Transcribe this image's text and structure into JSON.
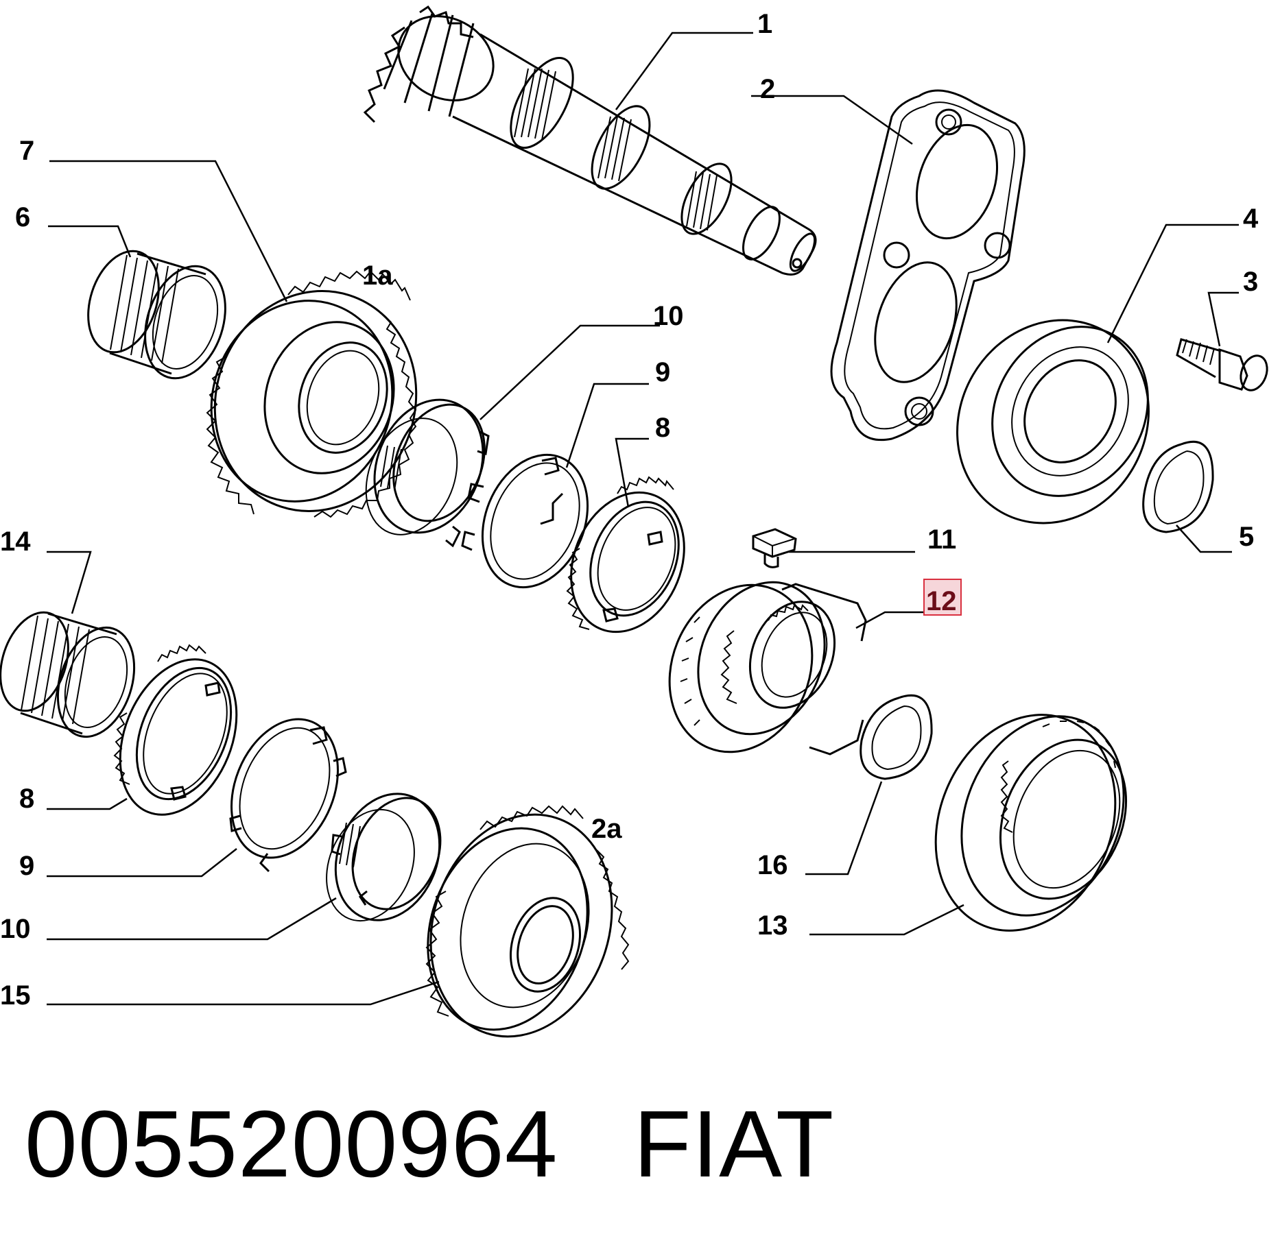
{
  "callouts": {
    "c1": "1",
    "c1a": "1a",
    "c2": "2",
    "c2a": "2a",
    "c3": "3",
    "c4": "4",
    "c5": "5",
    "c6": "6",
    "c7": "7",
    "c8_top": "8",
    "c8_bottom": "8",
    "c9_top": "9",
    "c9_bottom": "9",
    "c10_top": "10",
    "c10_bottom": "10",
    "c11": "11",
    "c12": "12",
    "c13": "13",
    "c14": "14",
    "c15": "15",
    "c16": "16"
  },
  "highlighted_callout": "12",
  "highlight_color": "#d9303f",
  "footer": {
    "part_number": "0055200964",
    "brand": "FIAT"
  }
}
